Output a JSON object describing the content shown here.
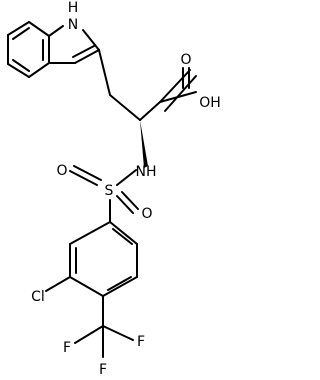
{
  "molecule": {
    "atoms": {
      "indole_nh": "H",
      "indole_n": "N",
      "carboxyl_o": "O",
      "carboxyl_oh": "OH",
      "amide_nh": "NH",
      "sulfonyl_o_left": "O",
      "sulfur": "S",
      "sulfonyl_o_right": "O",
      "chlorine": "Cl",
      "fluorine_top": "F",
      "fluorine_left": "F",
      "fluorine_bottom": "F"
    }
  }
}
